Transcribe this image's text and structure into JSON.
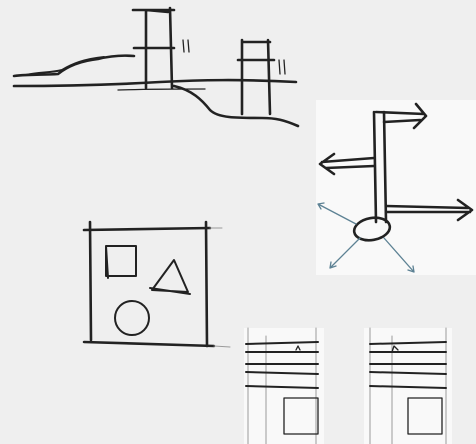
{
  "canvas": {
    "background": "#efefef",
    "panel_background": "#f9f9f9",
    "ink_color": "#222222",
    "accent_color": "#5d8294"
  },
  "sketches": [
    {
      "name": "terrain-with-towers-sketch"
    },
    {
      "name": "branching-arrows-sketch"
    },
    {
      "name": "framed-shapes-sketch"
    },
    {
      "name": "stacked-sheet-with-hatched-square-sketch"
    }
  ]
}
